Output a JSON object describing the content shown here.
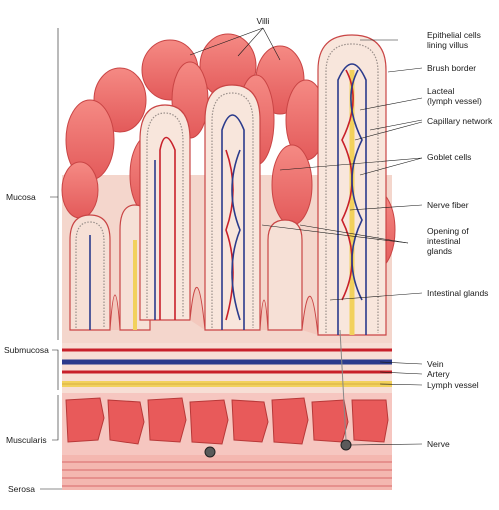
{
  "labels": {
    "villi": "Villi",
    "epithelial": [
      "Epithelial cells",
      "lining villus"
    ],
    "brush_border": "Brush border",
    "lacteal": [
      "Lacteal",
      "(lymph vessel)"
    ],
    "capillary": "Capillary network",
    "goblet": "Goblet cells",
    "nerve_fiber": "Nerve fiber",
    "opening": [
      "Opening of",
      "intestinal",
      "glands"
    ],
    "intestinal_glands": "Intestinal glands",
    "vein": "Vein",
    "artery": "Artery",
    "lymph_vessel": "Lymph vessel",
    "nerve": "Nerve",
    "mucosa": "Mucosa",
    "submucosa": "Submucosa",
    "muscularis": "Muscularis",
    "serosa": "Serosa"
  },
  "colors": {
    "villus_pink": "#f07a7a",
    "villus_light": "#f9b8b0",
    "gland_cream": "#f6e3d6",
    "vein_blue": "#2b3b8c",
    "artery_red": "#c8202a",
    "lymph_yellow": "#f2d15c",
    "muscle_red": "#e85a5a"
  }
}
